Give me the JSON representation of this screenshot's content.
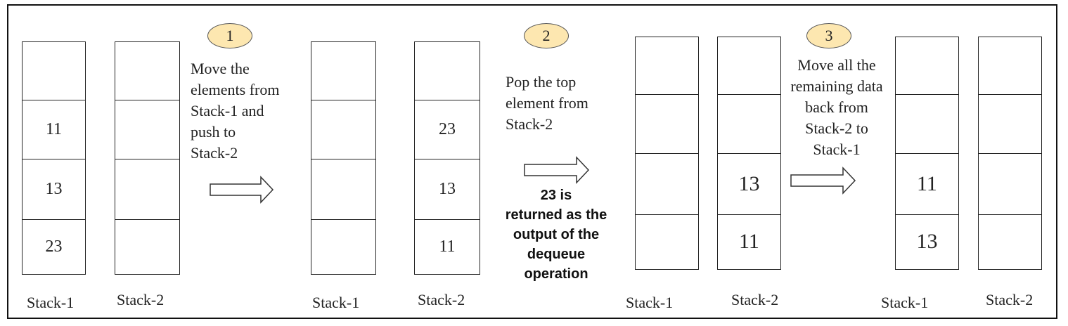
{
  "stage1": {
    "stack1": {
      "label": "Stack-1",
      "cells": [
        "",
        "11",
        "13",
        "23"
      ]
    },
    "stack2": {
      "label": "Stack-2",
      "cells": [
        "",
        "",
        "",
        ""
      ]
    }
  },
  "step1": {
    "number": "1",
    "lines": [
      "Move the",
      "elements from",
      "Stack-1 and",
      "push to",
      "Stack-2"
    ]
  },
  "stage2": {
    "stack1": {
      "label": "Stack-1",
      "cells": [
        "",
        "",
        "",
        ""
      ]
    },
    "stack2": {
      "label": "Stack-2",
      "cells": [
        "",
        "23",
        "13",
        "11"
      ]
    }
  },
  "step2": {
    "number": "2",
    "lines": [
      "Pop the top",
      "element from",
      "Stack-2"
    ],
    "result_lines": [
      "23 is",
      "returned as the",
      "output of the",
      "dequeue",
      "operation"
    ]
  },
  "stage3": {
    "stack1": {
      "label": "Stack-1",
      "cells": [
        "",
        "",
        "",
        ""
      ]
    },
    "stack2": {
      "label": "Stack-2",
      "cells": [
        "",
        "",
        "13",
        "11"
      ]
    }
  },
  "step3": {
    "number": "3",
    "lines": [
      "Move all the",
      "remaining data",
      "back from",
      "Stack-2 to",
      "Stack-1"
    ]
  },
  "stage4": {
    "stack1": {
      "label": "Stack-1",
      "cells": [
        "",
        "",
        "11",
        "13"
      ]
    },
    "stack2": {
      "label": "Stack-2",
      "cells": [
        "",
        "",
        "",
        ""
      ]
    }
  }
}
